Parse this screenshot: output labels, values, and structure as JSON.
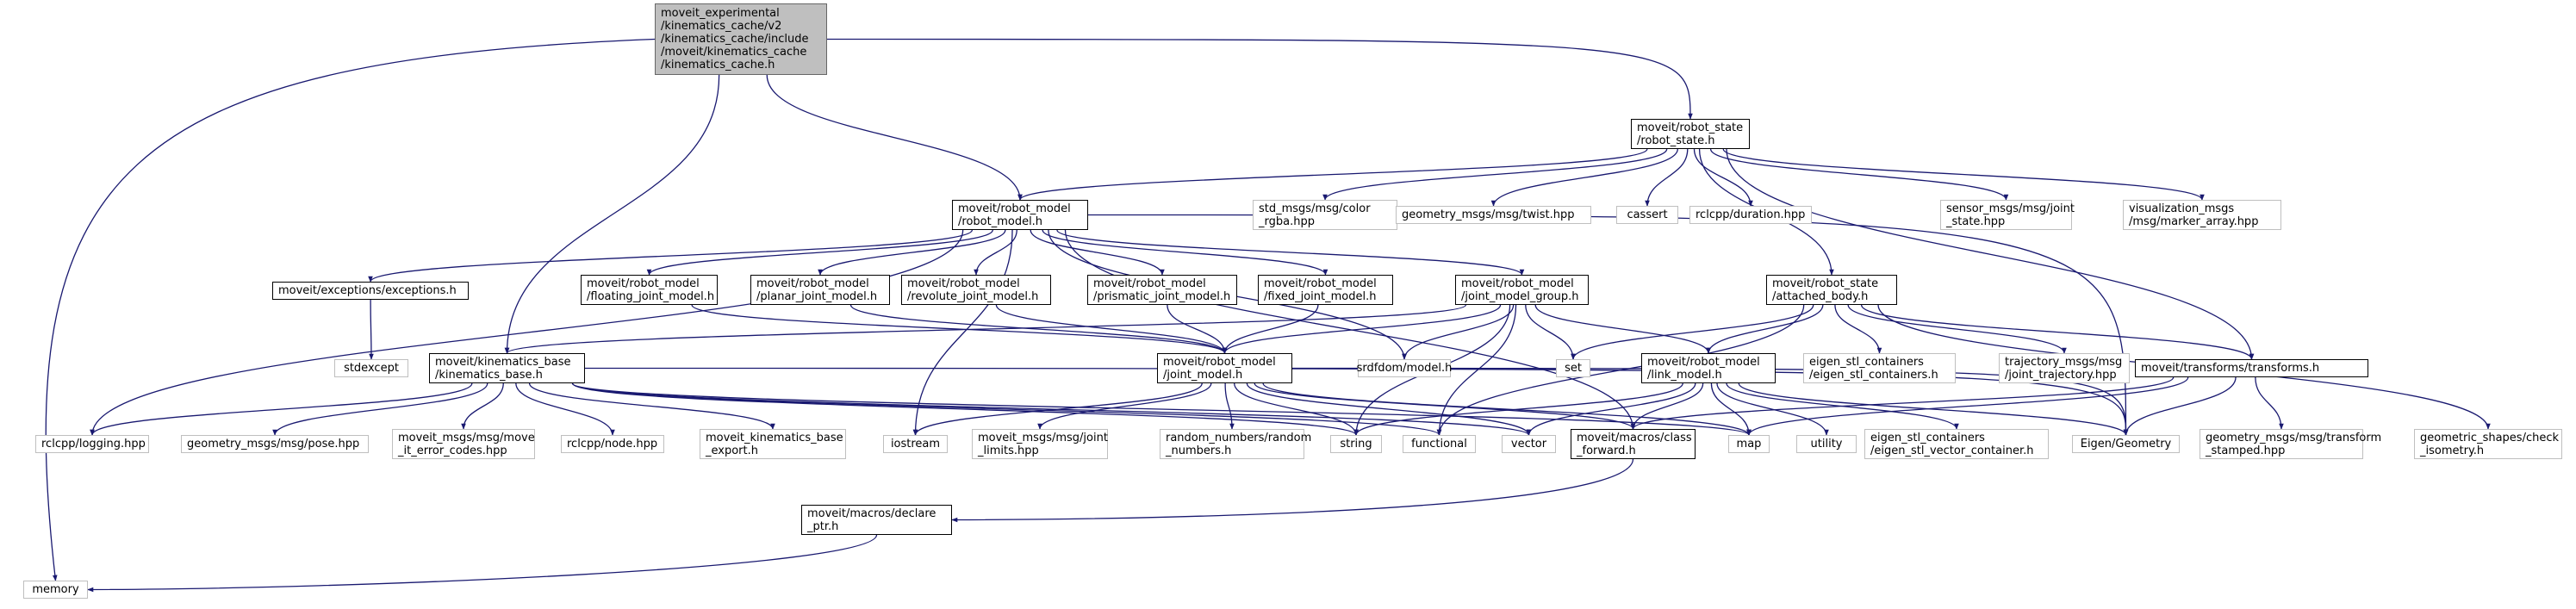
{
  "colors": {
    "edge": "#191970",
    "root_fill": "#bfbfbf",
    "doc_border": "#000000",
    "ext_border": "#bfbfbf"
  },
  "nodes": {
    "root": [
      "moveit_experimental",
      "/kinematics_cache/v2",
      "/kinematics_cache/include",
      "/moveit/kinematics_cache",
      "/kinematics_cache.h"
    ],
    "robot_state": [
      "moveit/robot_state",
      "/robot_state.h"
    ],
    "robot_model": [
      "moveit/robot_model",
      "/robot_model.h"
    ],
    "std_msgs_color": [
      "std_msgs/msg/color",
      "_rgba.hpp"
    ],
    "twist": [
      "geometry_msgs/msg/twist.hpp"
    ],
    "cassert": [
      "cassert"
    ],
    "duration": [
      "rclcpp/duration.hpp"
    ],
    "sensor_joint_state": [
      "sensor_msgs/msg/joint",
      "_state.hpp"
    ],
    "marker_array": [
      "visualization_msgs",
      "/msg/marker_array.hpp"
    ],
    "exceptions": [
      "moveit/exceptions/exceptions.h"
    ],
    "floating": [
      "moveit/robot_model",
      "/floating_joint_model.h"
    ],
    "planar": [
      "moveit/robot_model",
      "/planar_joint_model.h"
    ],
    "revolute": [
      "moveit/robot_model",
      "/revolute_joint_model.h"
    ],
    "prismatic": [
      "moveit/robot_model",
      "/prismatic_joint_model.h"
    ],
    "fixed": [
      "moveit/robot_model",
      "/fixed_joint_model.h"
    ],
    "joint_model_group": [
      "moveit/robot_model",
      "/joint_model_group.h"
    ],
    "attached_body": [
      "moveit/robot_state",
      "/attached_body.h"
    ],
    "stdexcept": [
      "stdexcept"
    ],
    "kinematics_base": [
      "moveit/kinematics_base",
      "/kinematics_base.h"
    ],
    "joint_model": [
      "moveit/robot_model",
      "/joint_model.h"
    ],
    "srdfdom": [
      "srdfdom/model.h"
    ],
    "set": [
      "set"
    ],
    "link_model": [
      "moveit/robot_model",
      "/link_model.h"
    ],
    "eigen_stl_containers": [
      "eigen_stl_containers",
      "/eigen_stl_containers.h"
    ],
    "joint_trajectory": [
      "trajectory_msgs/msg",
      "/joint_trajectory.hpp"
    ],
    "transforms": [
      "moveit/transforms/transforms.h"
    ],
    "logging": [
      "rclcpp/logging.hpp"
    ],
    "pose": [
      "geometry_msgs/msg/pose.hpp"
    ],
    "move_it_error_codes": [
      "moveit_msgs/msg/move",
      "_it_error_codes.hpp"
    ],
    "node": [
      "rclcpp/node.hpp"
    ],
    "kb_export": [
      "moveit_kinematics_base",
      "_export.h"
    ],
    "iostream": [
      "iostream"
    ],
    "joint_limits": [
      "moveit_msgs/msg/joint",
      "_limits.hpp"
    ],
    "random_numbers": [
      "random_numbers/random",
      "_numbers.h"
    ],
    "string": [
      "string"
    ],
    "functional": [
      "functional"
    ],
    "vector": [
      "vector"
    ],
    "class_forward": [
      "moveit/macros/class",
      "_forward.h"
    ],
    "map": [
      "map"
    ],
    "utility": [
      "utility"
    ],
    "vector_container": [
      "eigen_stl_containers",
      "/eigen_stl_vector_container.h"
    ],
    "eigen_geometry": [
      "Eigen/Geometry"
    ],
    "transform_stamped": [
      "geometry_msgs/msg/transform",
      "_stamped.hpp"
    ],
    "check_isometry": [
      "geometric_shapes/check",
      "_isometry.h"
    ],
    "declare_ptr": [
      "moveit/macros/declare",
      "_ptr.h"
    ],
    "memory": [
      "memory"
    ]
  }
}
